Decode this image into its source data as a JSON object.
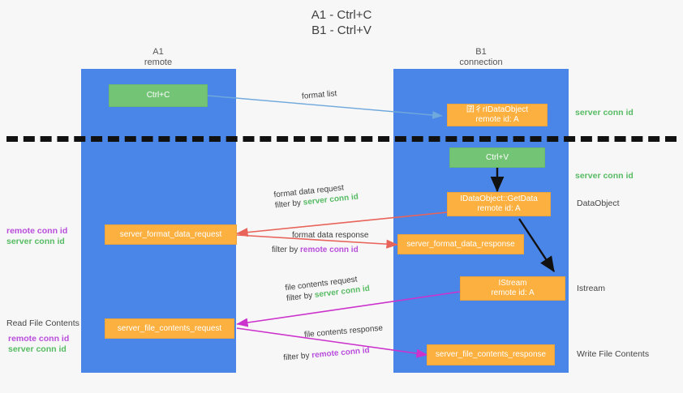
{
  "title": {
    "line1": "A1 - Ctrl+C",
    "line2": "B1 - Ctrl+V"
  },
  "lanes": [
    {
      "id": "a1",
      "name": "A1",
      "subtitle": "remote",
      "color": "#4a86e8"
    },
    {
      "id": "b1",
      "name": "B1",
      "subtitle": "connection",
      "color": "#4a86e8"
    }
  ],
  "colors": {
    "lane": "#4a86e8",
    "green_box": "#74c476",
    "orange_box": "#fbb040",
    "server_conn": "#57bb63",
    "remote_conn": "#b94ddb",
    "arrow_blue": "#6fa8dc",
    "arrow_red": "#e8645a",
    "arrow_magenta": "#cc33cc",
    "arrow_black": "#111111",
    "divider": "#111111",
    "text": "#3d3d3d"
  },
  "boxes": {
    "ctrl_c": {
      "label": "Ctrl+C",
      "kind": "green"
    },
    "idataobject": {
      "line1": "囝彳rIDataObject",
      "line2": "remote id: A",
      "kind": "orange"
    },
    "ctrl_v": {
      "label": "Ctrl+V",
      "kind": "green"
    },
    "getdata": {
      "line1": "IDataObject::GetData",
      "line2": "remote id: A",
      "kind": "orange"
    },
    "server_format_data_request": {
      "label": "server_format_data_request",
      "kind": "orange"
    },
    "server_format_data_response": {
      "label": "server_format_data_response",
      "kind": "orange"
    },
    "istream": {
      "line1": "IStream",
      "line2": "remote id: A",
      "kind": "orange"
    },
    "server_file_contents_request": {
      "label": "server_file_contents_request",
      "kind": "orange"
    },
    "server_file_contents_response": {
      "label": "server_file_contents_response",
      "kind": "orange"
    }
  },
  "edge_labels": {
    "format_list": "format list",
    "format_data_request": {
      "line1": "format data request",
      "filter_prefix": "filter by ",
      "filter_value": "server conn id"
    },
    "format_data_response": {
      "line1": "format data response",
      "filter_prefix": "filter by ",
      "filter_value": "remote conn id"
    },
    "file_contents_request": {
      "line1": "file contents request",
      "filter_prefix": "filter by ",
      "filter_value": "server conn id"
    },
    "file_contents_response": {
      "line1": "file contents response",
      "filter_prefix": "filter by ",
      "filter_value": "remote conn id"
    }
  },
  "right_labels": {
    "server_conn_top": "server conn id",
    "server_conn_second": "server conn id",
    "dataobject": "DataObject",
    "istream": "Istream",
    "write_file_contents": "Write File Contents"
  },
  "left_labels": {
    "group1": {
      "remote": "remote conn id",
      "server": "server conn id"
    },
    "read_file_contents": "Read File Contents",
    "group2": {
      "remote": "remote conn id",
      "server": "server conn id"
    }
  }
}
